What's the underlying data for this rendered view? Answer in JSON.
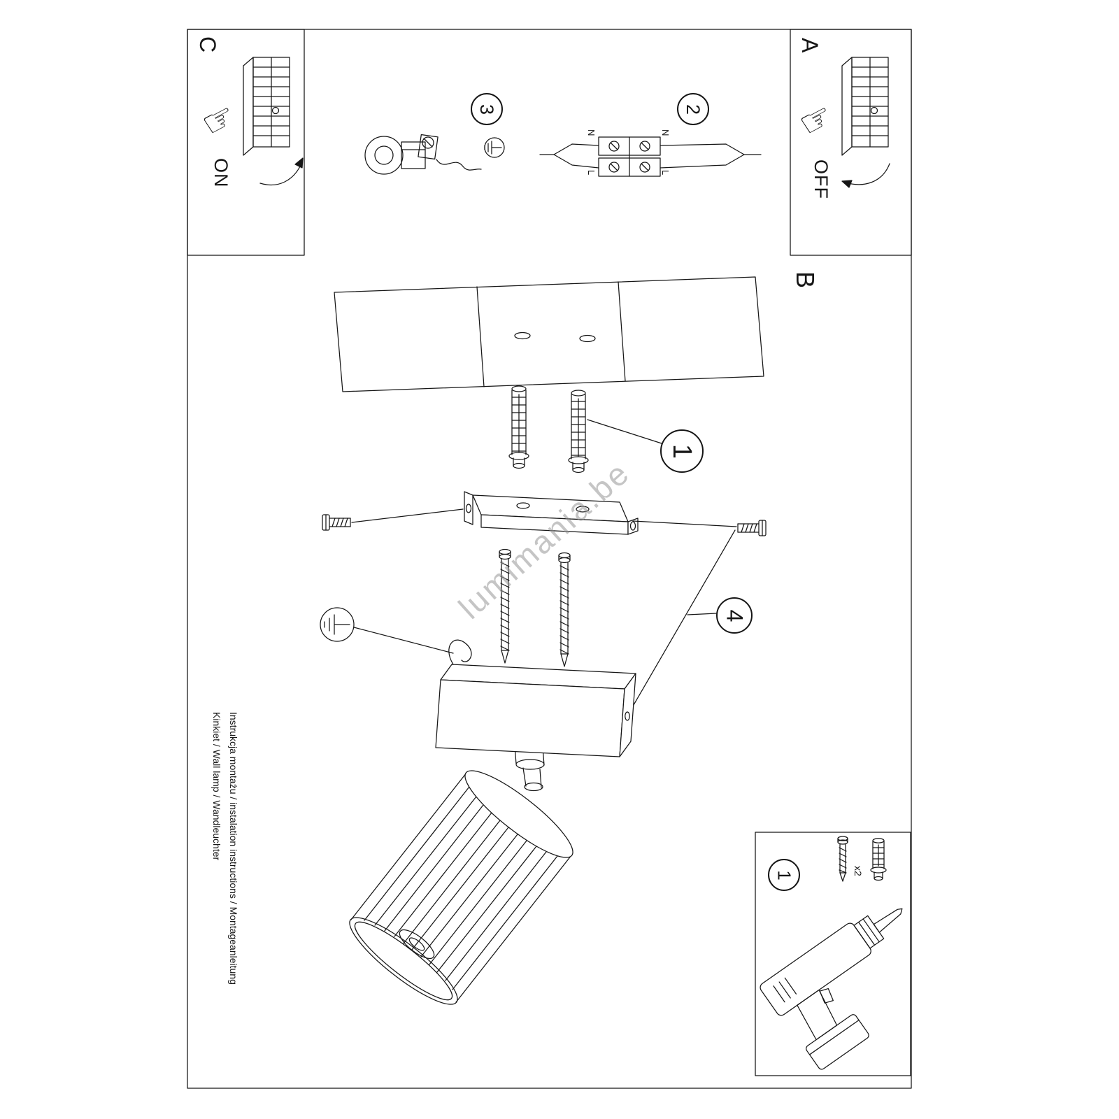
{
  "document": {
    "footer_line1": "Instrukcja montażu / instalation instructions / Montageanleitung",
    "footer_line2": "Kinkiet / Wall lamp / Wandleuchter",
    "watermark": "lumimania.be"
  },
  "sections": {
    "a": {
      "label": "A",
      "switch_state": "OFF"
    },
    "b": {
      "label": "B"
    },
    "c": {
      "label": "C",
      "switch_state": "ON"
    }
  },
  "callouts": {
    "step1": "1",
    "step2": "2",
    "step3": "3",
    "step4": "4",
    "kit_ref": "1"
  },
  "wiring_labels": {
    "n_left": "N",
    "n_right": "N",
    "l_left": "L",
    "l_right": "L"
  },
  "kit": {
    "quantity": "x2"
  },
  "icons": {
    "pointing_hand": "☞",
    "earth_symbol": "earth-ground",
    "kit_items": [
      "screw",
      "wall-plug",
      "drill"
    ]
  },
  "colors": {
    "line": "#161616",
    "watermark": "#9a9a9a"
  }
}
